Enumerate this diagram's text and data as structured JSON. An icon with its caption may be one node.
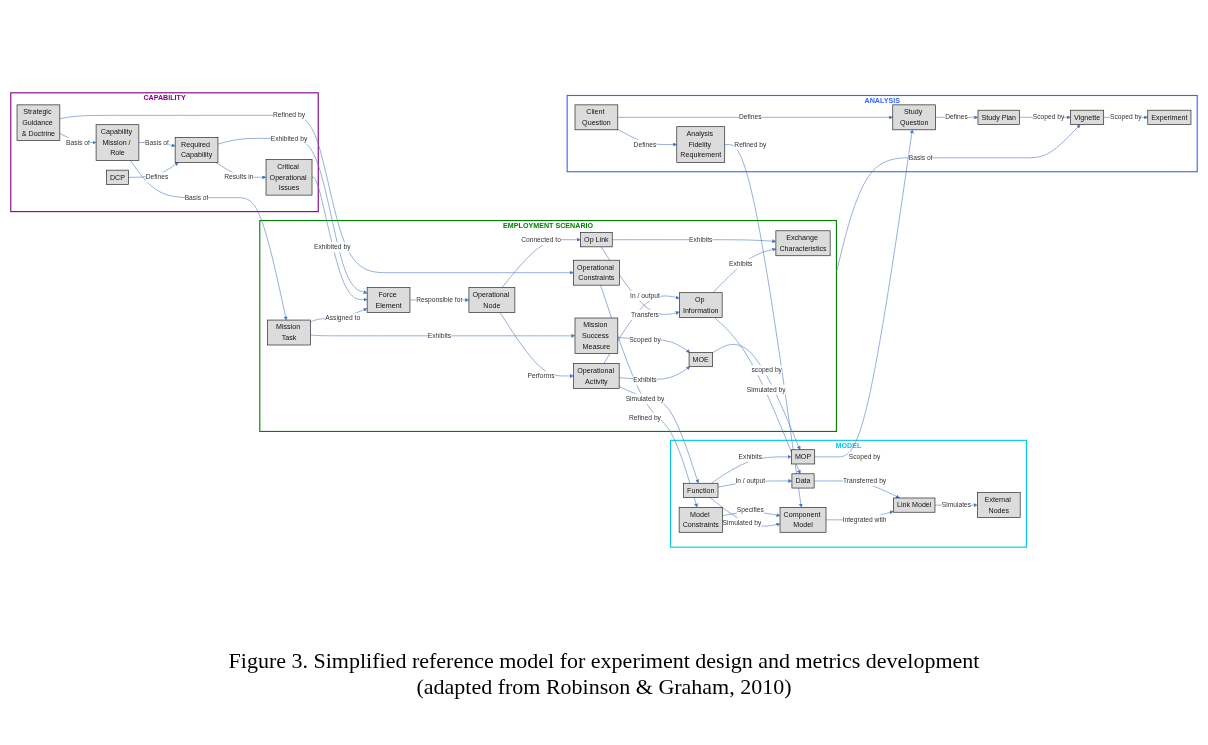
{
  "diagram": {
    "caption": "Figure 3. Simplified reference model for experiment design and metrics development (adapted from Robinson & Graham, 2010)",
    "nodes": [
      {
        "text": [
          "CAPABILITY"
        ]
      },
      {
        "text": [
          "Strategic Guidance & Doctrine"
        ],
        "in": 0
      },
      {
        "text": [
          "Capability Mission / Role"
        ],
        "in": 0
      },
      {
        "text": [
          "DCP"
        ],
        "in": 0
      },
      {
        "text": [
          "Required Capability"
        ],
        "in": 0
      },
      {
        "text": [
          "Critical Operational Issues"
        ],
        "in": 0
      },
      {
        "text": [
          "EMPLOYMENT SCENARIO"
        ]
      },
      {
        "text": [
          "Operational Constraints"
        ],
        "in": 6
      },
      {
        "text": [
          "Mission Task"
        ],
        "in": 6
      },
      {
        "text": [
          "Mission Success Measure"
        ],
        "in": 6
      },
      {
        "text": [
          "MOE"
        ],
        "in": 6
      },
      {
        "text": [
          "Force Element"
        ],
        "in": 6
      },
      {
        "text": [
          "Operational Node"
        ],
        "in": 6
      },
      {
        "text": [
          "Operational Activity"
        ],
        "in": 6
      },
      {
        "text": [
          "Op Link"
        ],
        "in": 6
      },
      {
        "text": [
          "Op Information"
        ],
        "in": 6
      },
      {
        "text": [
          "Exchange Characteristics"
        ],
        "in": 6
      },
      {
        "text": [
          "MODEL"
        ]
      },
      {
        "text": [
          "Model Constraints"
        ],
        "in": 17
      },
      {
        "text": [
          "MOP"
        ],
        "in": 17
      },
      {
        "text": [
          "Function"
        ],
        "in": 17
      },
      {
        "text": [
          "Component Model"
        ],
        "in": 17
      },
      {
        "text": [
          "Data"
        ],
        "in": 17
      },
      {
        "text": [
          "Link Model"
        ],
        "in": 17
      },
      {
        "text": [
          "External Nodes"
        ],
        "in": 17
      },
      {
        "text": [
          "ANALYSIS"
        ]
      },
      {
        "text": [
          "Analysis Fidelity Requirement"
        ],
        "in": 25
      },
      {
        "text": [
          "Client Question"
        ],
        "in": 25
      },
      {
        "text": [
          "Study Question"
        ],
        "in": 25
      },
      {
        "text": [
          "Study Plan"
        ],
        "in": 25
      },
      {
        "text": [
          "Vignette"
        ],
        "in": 25
      },
      {
        "text": [
          "Experiment"
        ],
        "in": 25
      }
    ],
    "edges": [
      {
        "from": 1,
        "to": 2,
        "arrow": "to",
        "label": "Basis of"
      },
      {
        "from": 2,
        "to": 4,
        "arrow": "to",
        "label": "Basis of"
      },
      {
        "from": 3,
        "to": 4,
        "arrow": "to",
        "label": "Defines"
      },
      {
        "from": 4,
        "to": 5,
        "arrow": "to",
        "label": "Results in"
      },
      {
        "from": 1,
        "to": 7,
        "arrow": "to",
        "label": "Refined by"
      },
      {
        "from": 2,
        "to": 8,
        "arrow": "to",
        "label": "Basis of"
      },
      {
        "from": 4,
        "to": 11,
        "arrow": "to",
        "label": "Exhibited by"
      },
      {
        "from": 5,
        "to": 11,
        "arrow": "to",
        "label": "Exhibited by"
      },
      {
        "from": 8,
        "to": 9,
        "arrow": "to",
        "label": "Exhibits"
      },
      {
        "from": 9,
        "to": 10,
        "arrow": "to",
        "label": "Scoped by"
      },
      {
        "from": 8,
        "to": 11,
        "arrow": "to",
        "label": "Assigned to"
      },
      {
        "from": 11,
        "to": 12,
        "arrow": "to",
        "label": "Responsible for"
      },
      {
        "from": 12,
        "to": 13,
        "arrow": "to",
        "label": "Performs"
      },
      {
        "from": 13,
        "to": 10,
        "arrow": "to",
        "label": "Exhibits"
      },
      {
        "from": 12,
        "to": 14,
        "arrow": "to",
        "label": "Connected to"
      },
      {
        "from": 13,
        "to": 15,
        "arrow": "to",
        "label": "In / output"
      },
      {
        "from": 14,
        "to": 15,
        "arrow": "to",
        "label": "Transfers"
      },
      {
        "from": 14,
        "to": 16,
        "arrow": "to",
        "label": "Exhibits"
      },
      {
        "from": 15,
        "to": 16,
        "arrow": "to",
        "label": "Exhibits"
      },
      {
        "from": 7,
        "to": 18,
        "arrow": "to",
        "label": "Refined by"
      },
      {
        "from": 10,
        "to": 19,
        "arrow": "to",
        "label": "scoped by"
      },
      {
        "from": 13,
        "to": 20,
        "arrow": "to",
        "label": "Simulated by"
      },
      {
        "from": 15,
        "to": 22,
        "arrow": "to",
        "label": "Simulated by"
      },
      {
        "from": 18,
        "to": 21,
        "arrow": "to",
        "label": "Specifies"
      },
      {
        "from": 20,
        "to": 19,
        "arrow": "to",
        "label": "Exhibits"
      },
      {
        "from": 20,
        "to": 21,
        "arrow": "to",
        "label": "Simulated by"
      },
      {
        "from": 20,
        "to": 22,
        "arrow": "to",
        "label": "In / output"
      },
      {
        "from": 22,
        "to": 23,
        "arrow": "to",
        "label": "Transferred by"
      },
      {
        "from": 21,
        "to": 23,
        "arrow": "to",
        "label": "Integrated wtih"
      },
      {
        "from": 23,
        "to": 24,
        "arrow": "to",
        "label": "Simulates"
      },
      {
        "from": 19,
        "to": 28,
        "arrow": "to",
        "label": "Scoped by"
      },
      {
        "from": 26,
        "to": 21,
        "arrow": "to",
        "label": "Refined by"
      },
      {
        "from": 27,
        "to": 26,
        "arrow": "to",
        "label": "Defines"
      },
      {
        "from": 27,
        "to": 28,
        "arrow": "to",
        "label": "Defines"
      },
      {
        "from": 28,
        "to": 29,
        "arrow": "to",
        "label": "Defines"
      },
      {
        "from": 29,
        "to": 30,
        "arrow": "to",
        "label": "Scoped by"
      },
      {
        "from": 30,
        "to": 31,
        "arrow": "to",
        "label": "Scoped by"
      },
      {
        "from": 6,
        "to": 30,
        "arrow": "to",
        "label": "Basis of"
      }
    ]
  }
}
